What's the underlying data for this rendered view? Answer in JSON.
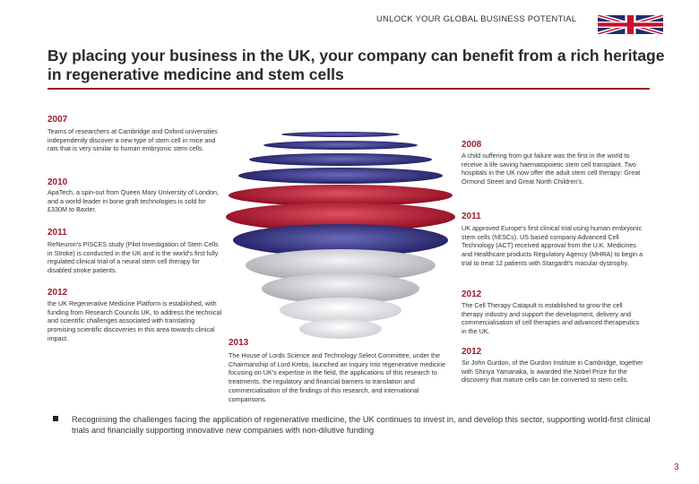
{
  "header": {
    "tagline": "UNLOCK YOUR GLOBAL BUSINESS POTENTIAL",
    "flag_icon": "union-jack-flag-icon",
    "title": "By placing your business in the UK, your company can benefit from a rich heritage in regenerative medicine and stem cells"
  },
  "colors": {
    "accent": "#a01a30",
    "rule": "#9b1b2c",
    "disk_dark_blue": "#1c1a5e",
    "disk_red": "#b0102a",
    "disk_grey": "#c8c8cc"
  },
  "timeline": {
    "left": [
      {
        "year": "2007",
        "text": "Teams of researchers at Cambridge and Oxford universities independently discover a new type of stem cell in mice and rats that is very similar to human embryonic stem cells."
      },
      {
        "year": "2010",
        "text": "ApaTech, a spin-out from Queen Mary University of London, and a world-leader in bone graft technologies is sold for £330M to Baxter."
      },
      {
        "year": "2011",
        "text": "ReNeuron's PISCES study (Pilot Investigation of Stem Cells in Stroke) is conducted in the UK and is the world's first fully regulated clinical trial of a neural stem cell therapy for disabled stroke patients."
      },
      {
        "year": "2012",
        "text": "the UK Regenerative Medicine Platform is established, with funding from Research Councils UK, to address the technical and scientific challenges associated with translating promising scientific discoveries in this area towards clinical impact."
      }
    ],
    "center": {
      "year": "2013",
      "text": "The House of Lords Science and Technology Select Committee, under the Chairmanship of Lord Krebs, launched an inquiry into regenerative medicine focusing on UK's expertise in the field, the applications of this research to treatments, the regulatory and financial barriers to translation and commercialisation of the findings of this research, and international comparisons."
    },
    "right": [
      {
        "year": "2008",
        "text": "A child suffering from gut failure was the first in the world to receive a life saving haematopoietic stem cell transplant. Two hospitals in the UK now offer the adult stem cell therapy: Great Ormond Street and Great North Children's."
      },
      {
        "year": "2011",
        "text": "UK approved Europe's first clinical trial using human embryonic stem cells (hESCs). US based company Advanced Cell Technology (ACT) received approval from the U.K. Medicines and Healthcare products Regulatory Agency (MHRA) to begin a trial to treat 12 patients with Stargardt's macular dystrophy."
      },
      {
        "year": "2012",
        "text": "The Cell Therapy Catapult is established to grow the cell therapy industry and support the development, delivery and commercialisation of cell therapies and advanced therapeutics in the UK."
      },
      {
        "year": "2012",
        "text": "Sir John Gurdon, of the Gurdon Institute in Cambridge, together with Shinya Yamanaka, is awarded the Nobel Prize for the discovery that mature cells can be converted to stem cells."
      }
    ]
  },
  "bullet_text": "Recognising the challenges facing the application of regenerative medicine, the UK continues to invest in, and develop this sector, supporting world-first clinical trials and financially supporting innovative new companies with non-dilutive funding",
  "page_number": "3"
}
